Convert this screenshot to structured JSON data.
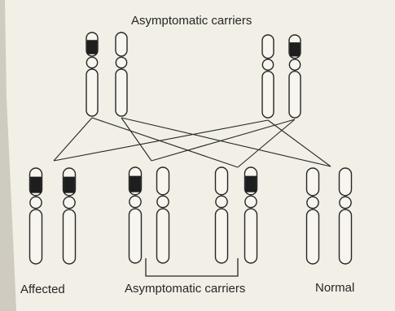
{
  "figure": {
    "title": "Asymptomatic carriers",
    "labels": {
      "affected": "Affected",
      "carriers": "Asymptomatic carriers",
      "normal": "Normal"
    }
  },
  "colors": {
    "page": "#f1efe6",
    "background": "#cfcbc0",
    "ink": "#262626",
    "band": "#1e1e1e"
  },
  "pedigree": {
    "parents": [
      {
        "group": "parent-left",
        "chromosomes": [
          "mutant",
          "normal"
        ]
      },
      {
        "group": "parent-right",
        "chromosomes": [
          "normal",
          "mutant"
        ]
      }
    ],
    "children": [
      {
        "group": "affected",
        "chromosomes": [
          "mutant",
          "mutant"
        ]
      },
      {
        "group": "carrier-1",
        "chromosomes": [
          "mutant",
          "normal"
        ]
      },
      {
        "group": "carrier-2",
        "chromosomes": [
          "normal",
          "mutant"
        ]
      },
      {
        "group": "normal",
        "chromosomes": [
          "normal",
          "normal"
        ]
      }
    ]
  }
}
